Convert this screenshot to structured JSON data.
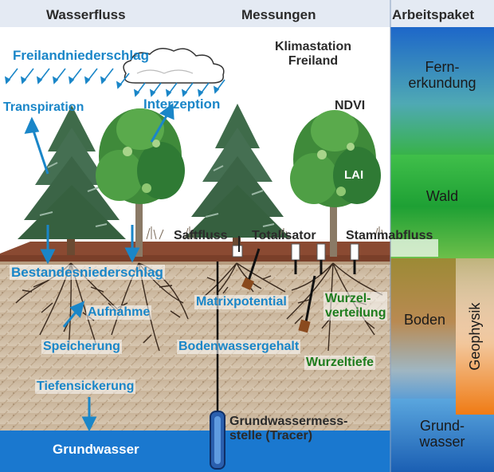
{
  "headers": {
    "wasserfluss": "Wasserfluss",
    "messungen": "Messungen",
    "arbeitspaket": "Arbeitspaket"
  },
  "water_flow": {
    "freilandniederschlag": "Freilandniederschlag",
    "transpiration": "Transpiration",
    "interzeption": "Interzeption",
    "bestandesniederschlag": "Bestandesniederschlag",
    "aufnahme": "Aufnahme",
    "speicherung": "Speicherung",
    "tiefensickerung": "Tiefensickerung",
    "grundwasser": "Grundwasser"
  },
  "measurements": {
    "klimastation_line1": "Klimastation",
    "klimastation_line2": "Freiland",
    "ndvi": "NDVI",
    "lai": "LAI",
    "saftfluss": "Saftfluss",
    "totalisator": "Totalisator",
    "stammabfluss": "Stammabfluss",
    "matrixpotential": "Matrixpotential",
    "wurzelverteilung_line1": "Wurzel-",
    "wurzelverteilung_line2": "verteilung",
    "bodenwassergehalt": "Bodenwassergehalt",
    "wurzeltiefe": "Wurzeltiefe",
    "grundwassermessstelle_line1": "Grundwassermess-",
    "grundwassermessstelle_line2": "stelle (Tracer)"
  },
  "work_packages": {
    "fernerkundung_line1": "Fern-",
    "fernerkundung_line2": "erkundung",
    "wald": "Wald",
    "boden": "Boden",
    "geophysik": "Geophysik",
    "grundwasser_line1": "Grund-",
    "grundwasser_line2": "wasser"
  },
  "colors": {
    "water_label": "#1a86c8",
    "root_label": "#1e7d1e",
    "groundwater": "#1a78cf",
    "soil_top": "#8a4a32",
    "soil": "#cbb79e"
  },
  "icons": [
    "cloud-icon",
    "rain-arrows-icon",
    "spruce-tree-icon",
    "deciduous-tree-icon",
    "roots-icon",
    "sensor-icon",
    "well-pipe-icon"
  ]
}
